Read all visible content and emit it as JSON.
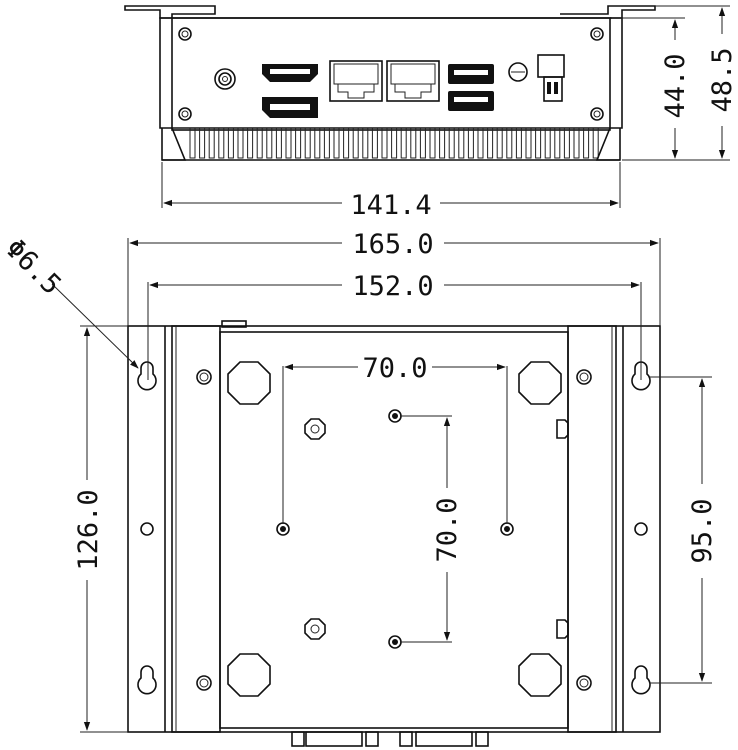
{
  "front_view": {
    "dim_width": "141.4",
    "dim_inner_height": "44.0",
    "dim_total_height": "48.5",
    "ports": [
      "hdmi-port",
      "displayport",
      "ethernet-port",
      "ethernet-port",
      "usb-port",
      "usb-port",
      "power-button",
      "dc-power-jack",
      "antenna-connector"
    ]
  },
  "bottom_view": {
    "dim_total_width": "165.0",
    "dim_hole_spacing": "152.0",
    "dim_hole_diameter": "Φ6.5",
    "dim_vesa_horizontal": "70.0",
    "dim_vesa_vertical": "70.0",
    "dim_height": "126.0",
    "dim_slot_spacing": "95.0"
  }
}
